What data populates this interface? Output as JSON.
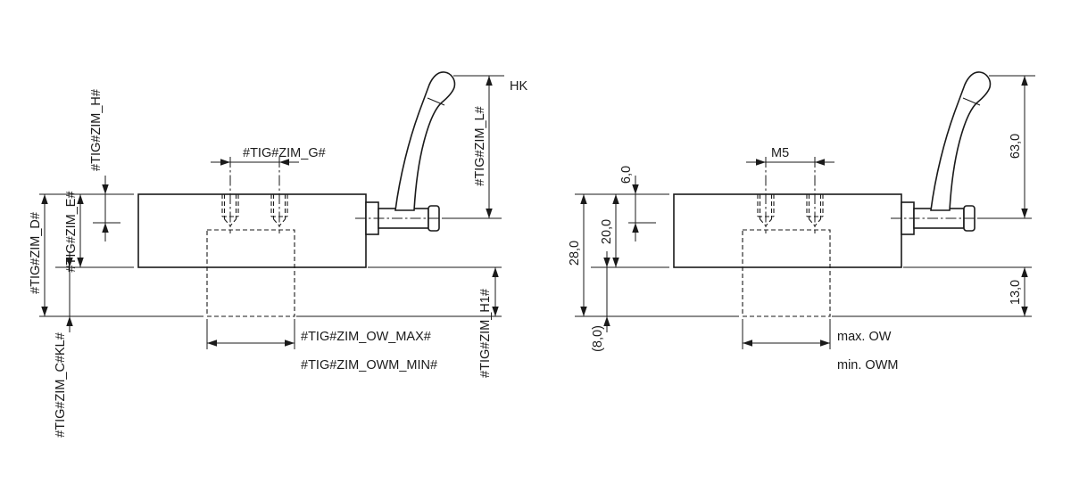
{
  "colors": {
    "background": "#ffffff",
    "line": "#1a1a1a"
  },
  "views": {
    "left": {
      "dim_h": "#TIG#ZIM_H#",
      "dim_g": "#TIG#ZIM_G#",
      "handle_label": "HK",
      "dim_l": "#TIG#ZIM_L#",
      "dim_d": "#TIG#ZIM_D#",
      "dim_e": "#TIG#ZIM_E#",
      "dim_c": "#TIG#ZIM_C#KL#",
      "dim_h1": "#TIG#ZIM_H1#",
      "dim_ow_max": "#TIG#ZIM_OW_MAX#",
      "dim_owm_min": "#TIG#ZIM_OWM_MIN#"
    },
    "right": {
      "dim_h": "6,0",
      "dim_g": "M5",
      "dim_l": "63,0",
      "dim_d": "28,0",
      "dim_e": "20,0",
      "dim_c": "(8,0)",
      "dim_h1": "13,0",
      "dim_ow_max": "max. OW",
      "dim_owm_min": "min. OWM"
    }
  }
}
